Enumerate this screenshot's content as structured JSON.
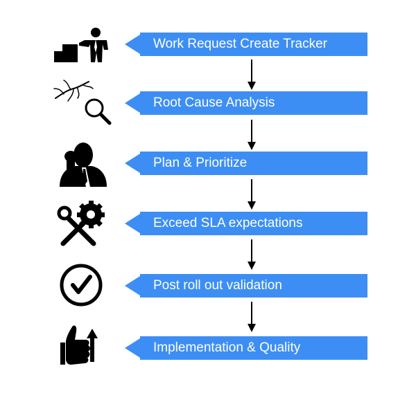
{
  "colors": {
    "banner": "#3d8ef4",
    "icon": "#000000",
    "text": "#ffffff"
  },
  "steps": [
    {
      "label": "Work Request Create Tracker",
      "icon": "person-climbing-stairs-icon"
    },
    {
      "label": "Root Cause Analysis",
      "icon": "magnifier-over-roots-icon"
    },
    {
      "label": "Plan & Prioritize",
      "icon": "person-thinking-icon"
    },
    {
      "label": "Exceed SLA expectations",
      "icon": "wrench-and-gear-icon"
    },
    {
      "label": "Post roll out validation",
      "icon": "checkmark-circle-icon"
    },
    {
      "label": "Implementation & Quality",
      "icon": "thumbs-up-arrow-icon"
    }
  ]
}
